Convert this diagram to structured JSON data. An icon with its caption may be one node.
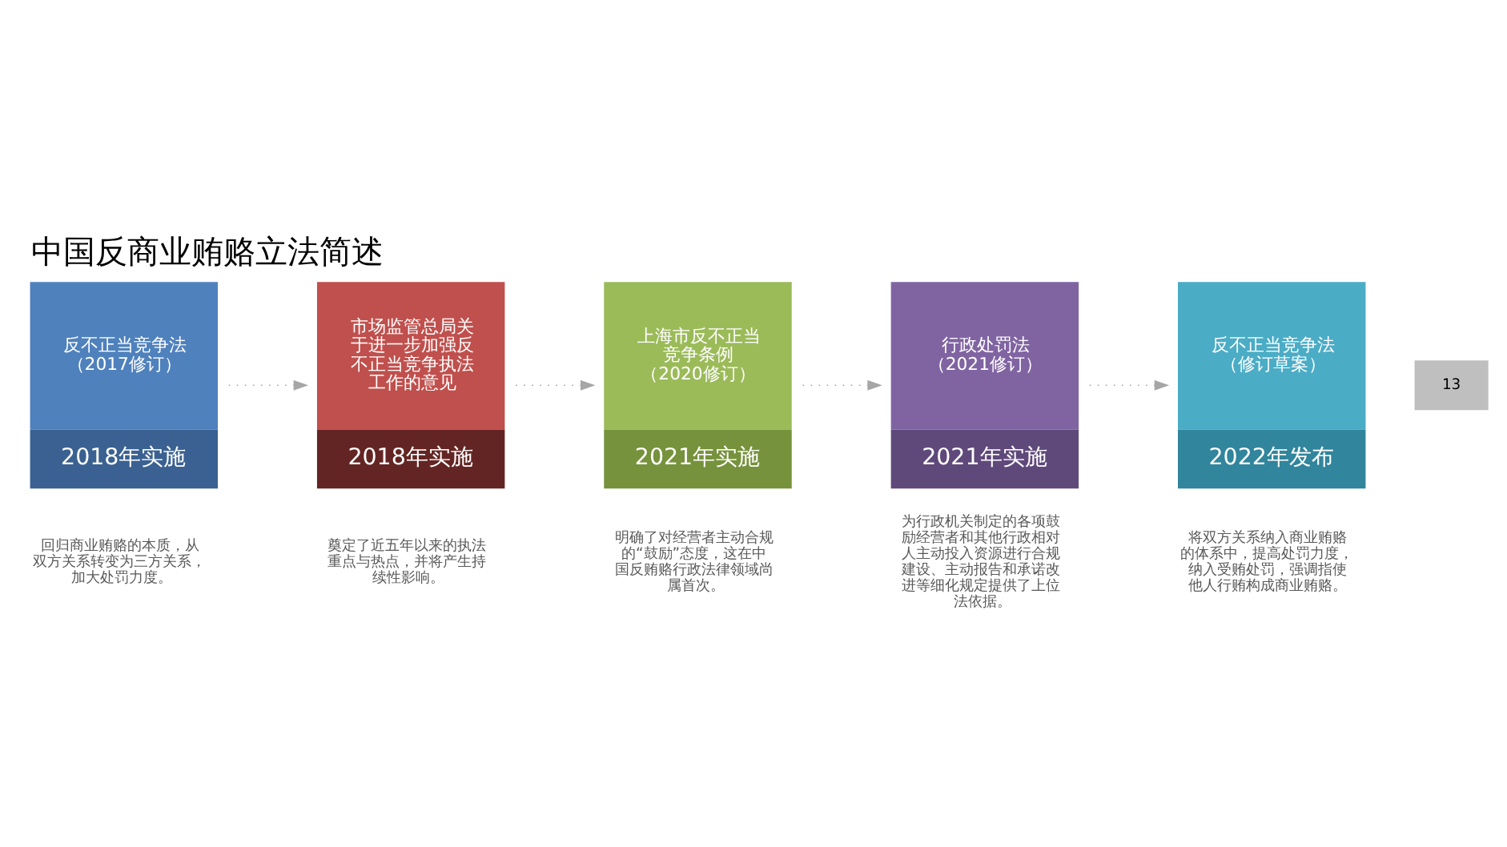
{
  "diagram": {
    "title": "中国反商业贿赂立法简述",
    "nodes": [
      {
        "text": [
          "反不正当竞争法",
          "（2017修订）",
          "2018年实施"
        ],
        "beside": [
          "回归商业贿赂的本质，从双方关系转变为三方关系，加大处罚力度。"
        ]
      },
      {
        "text": [
          "市场监管总局关于进一步加强反不正当竞争执法工作的意见",
          "2018年实施"
        ],
        "beside": [
          "奠定了近五年以来的执法重点与热点，并将产生持续性影响。"
        ]
      },
      {
        "text": [
          "上海市反不正当竞争条例",
          "（2020修订）",
          "2021年实施"
        ],
        "beside": [
          "明确了对经营者主动合规的“鼓励”态度，这在中国反贿赂行政法律领域尚属首次。"
        ]
      },
      {
        "text": [
          "行政处罚法",
          "（2021修订）",
          "2021年实施"
        ],
        "beside": [
          "为行政机关制定的各项鼓励经营者和其他行政相对人主动投入资源进行合规建设、主动报告和承诺改进等细化规定提供了上位法依据。"
        ]
      },
      {
        "text": [
          "反不正当竞争法",
          "（修订草案）",
          "2022年发布"
        ],
        "beside": [
          "将双方关系纳入商业贿赂的体系中，提高处罚力度，纳入受贿处罚，强调指使他人行贿构成商业贿赂。"
        ]
      }
    ],
    "edges": [
      {
        "from": 0,
        "to": 1,
        "arrow": "to",
        "style": "dashed"
      },
      {
        "from": 1,
        "to": 2,
        "arrow": "to",
        "style": "dashed"
      },
      {
        "from": 2,
        "to": 3,
        "arrow": "to",
        "style": "dashed"
      },
      {
        "from": 3,
        "to": 4,
        "arrow": "to",
        "style": "dashed"
      }
    ],
    "labels": [
      "13"
    ]
  }
}
